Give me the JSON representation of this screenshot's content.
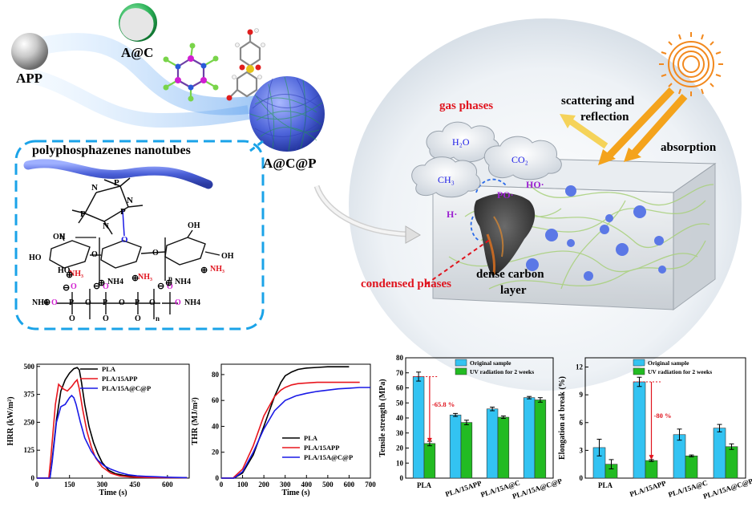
{
  "scheme": {
    "labels": {
      "app": "APP",
      "ac": "A@C",
      "acp": "A@C@P",
      "nanotubes": "polyphosphazenes nanotubes",
      "gas_phases": "gas phases",
      "condensed_phases": "condensed phases",
      "dense_carbon": "dense carbon",
      "layer": "layer",
      "scattering": "scattering and",
      "reflection": "reflection",
      "absorption": "absorption"
    },
    "gases": {
      "h2o": "H₂O",
      "co2": "CO₂",
      "ch3": "CH₃"
    },
    "radicals": {
      "po": "PO·",
      "ho": "HO·",
      "h": "H·"
    },
    "chem_text": {
      "n": "N",
      "p": "P",
      "o": "O",
      "oh": "OH",
      "ho": "HO",
      "nh3": "NH₃",
      "nh4": "NH4",
      "plus": "⊕",
      "minus": "⊖",
      "n_sub": "n"
    },
    "colors": {
      "red_label": "#e0141e",
      "purple": "#9b1fd1",
      "blue_dash": "#1aa3e8",
      "tube": "#4a5fd8",
      "sphere": "#3c5ad6"
    }
  },
  "charts": {
    "hrr": {
      "ylabel": "HRR (kW/m²)",
      "xlabel": "Time (s)",
      "yticks": [
        "0",
        "125",
        "250",
        "375",
        "500"
      ],
      "xticks": [
        "0",
        "150",
        "300",
        "450",
        "600"
      ]
    },
    "thr": {
      "ylabel": "THR (MJ/m²)",
      "xlabel": "Time (s)",
      "yticks": [
        "0",
        "20",
        "40",
        "60",
        "80"
      ],
      "xticks": [
        "0",
        "100",
        "200",
        "300",
        "400",
        "500",
        "600",
        "700"
      ]
    },
    "tensile": {
      "ylabel": "Tensile strength (MPa)",
      "yticks": [
        "0",
        "10",
        "20",
        "30",
        "40",
        "50",
        "60",
        "70",
        "80"
      ],
      "annotation": "-65.8 %"
    },
    "elong": {
      "ylabel": "Elongation at break (%)",
      "yticks": [
        "0",
        "3",
        "6",
        "9",
        "12"
      ],
      "annotation": "-80 %"
    }
  },
  "chart_data": [
    {
      "type": "line",
      "xlabel": "Time (s)",
      "ylabel": "HRR (kW/m²)",
      "xlim": [
        0,
        700
      ],
      "ylim": [
        0,
        510
      ],
      "series": [
        {
          "name": "PLA",
          "color": "#000000",
          "x": [
            0,
            60,
            70,
            90,
            110,
            130,
            150,
            170,
            185,
            195,
            205,
            220,
            240,
            260,
            280,
            300,
            330,
            360,
            400,
            450,
            500,
            550,
            600,
            650,
            690
          ],
          "y": [
            0,
            0,
            80,
            260,
            390,
            440,
            470,
            490,
            495,
            485,
            430,
            330,
            230,
            160,
            110,
            70,
            35,
            20,
            12,
            8,
            5,
            4,
            3,
            2,
            2
          ]
        },
        {
          "name": "PLA/15APP",
          "color": "#e8161e",
          "x": [
            0,
            55,
            65,
            85,
            100,
            120,
            140,
            160,
            175,
            185,
            195,
            210,
            230,
            250,
            270,
            300,
            340,
            380,
            430,
            500,
            600,
            690
          ],
          "y": [
            0,
            0,
            100,
            330,
            420,
            400,
            390,
            410,
            430,
            440,
            400,
            310,
            210,
            140,
            90,
            50,
            22,
            10,
            5,
            3,
            2,
            2
          ]
        },
        {
          "name": "PLA/15A@C@P",
          "color": "#1a1ae6",
          "x": [
            0,
            60,
            70,
            90,
            110,
            130,
            150,
            160,
            170,
            180,
            200,
            220,
            250,
            280,
            310,
            340,
            380,
            420,
            460,
            500,
            550,
            600,
            650,
            690
          ],
          "y": [
            0,
            0,
            70,
            250,
            320,
            330,
            360,
            370,
            360,
            330,
            250,
            180,
            120,
            80,
            55,
            40,
            25,
            15,
            10,
            8,
            6,
            4,
            3,
            2
          ]
        }
      ]
    },
    {
      "type": "line",
      "xlabel": "Time (s)",
      "ylabel": "THR (MJ/m²)",
      "xlim": [
        0,
        700
      ],
      "ylim": [
        0,
        88
      ],
      "series": [
        {
          "name": "PLA",
          "color": "#000000",
          "x": [
            0,
            60,
            100,
            150,
            200,
            250,
            280,
            300,
            330,
            360,
            400,
            450,
            500,
            550,
            600
          ],
          "y": [
            0,
            0,
            4,
            18,
            40,
            63,
            74,
            79,
            82,
            84,
            85,
            85.5,
            86,
            86,
            86
          ]
        },
        {
          "name": "PLA/15APP",
          "color": "#e8161e",
          "x": [
            0,
            55,
            100,
            150,
            200,
            250,
            280,
            300,
            330,
            360,
            400,
            450,
            500,
            550,
            650
          ],
          "y": [
            0,
            0,
            7,
            25,
            48,
            63,
            68,
            70,
            72,
            73,
            73.5,
            74,
            74,
            74,
            74
          ]
        },
        {
          "name": "PLA/15A@C@P",
          "color": "#1a1ae6",
          "x": [
            0,
            60,
            100,
            150,
            200,
            250,
            300,
            350,
            400,
            450,
            500,
            550,
            600,
            650,
            700
          ],
          "y": [
            0,
            0,
            5,
            20,
            38,
            52,
            60,
            63.5,
            65.5,
            67,
            68,
            69,
            69.5,
            70,
            70
          ]
        }
      ]
    },
    {
      "type": "bar",
      "ylabel": "Tensile strength (MPa)",
      "ylim": [
        0,
        80
      ],
      "categories": [
        "PLA",
        "PLA/15APP",
        "PLA/15A@C",
        "PLA/15A@C@P"
      ],
      "series": [
        {
          "name": "Original sample",
          "color": "#33c3f2",
          "values": [
            67.5,
            42,
            46,
            53.5
          ],
          "errors": [
            3,
            1,
            1.2,
            0.8
          ]
        },
        {
          "name": "UV radiation for 2 weeks",
          "color": "#22bb22",
          "values": [
            23,
            37,
            40.5,
            52
          ],
          "errors": [
            1.5,
            1.5,
            0.8,
            1.5
          ]
        }
      ]
    },
    {
      "type": "bar",
      "ylabel": "Elongation at break (%)",
      "ylim": [
        0,
        13
      ],
      "categories": [
        "PLA",
        "PLA/15APP",
        "PLA/15A@C",
        "PLA/15A@C@P"
      ],
      "series": [
        {
          "name": "Original sample",
          "color": "#33c3f2",
          "values": [
            3.3,
            10.4,
            4.7,
            5.4
          ],
          "errors": [
            0.9,
            0.5,
            0.6,
            0.4
          ]
        },
        {
          "name": "UV radiation for 2 weeks",
          "color": "#22bb22",
          "values": [
            1.5,
            1.9,
            2.4,
            3.4
          ],
          "errors": [
            0.5,
            0.1,
            0.1,
            0.3
          ]
        }
      ]
    }
  ]
}
